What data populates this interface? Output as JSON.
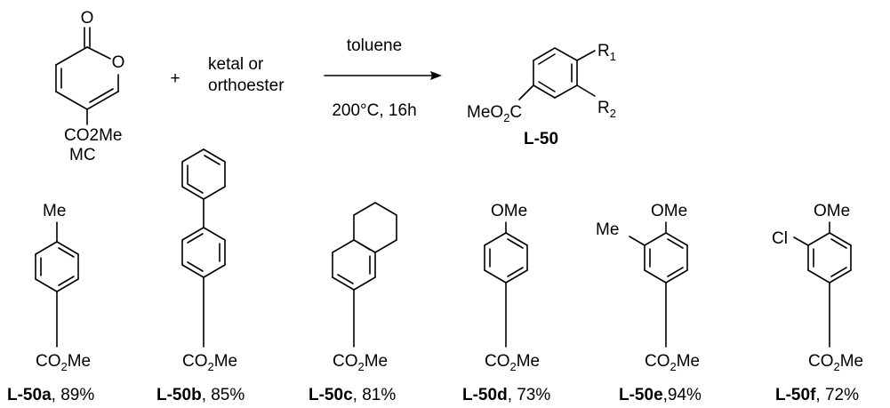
{
  "scheme": {
    "start_material": {
      "carbonyl_O": "O",
      "ring_O": "O",
      "substituent": "CO2Me",
      "label": "MC"
    },
    "plus": "+",
    "reagent_line1": "ketal or",
    "reagent_line2": "orthoester",
    "conditions_solvent": "toluene",
    "conditions_temp_time": "200°C, 16h",
    "product": {
      "ester": "MeO2C",
      "r1": "R1",
      "r2": "R2",
      "label": "L-50"
    }
  },
  "examples": [
    {
      "id": "L-50a",
      "yield": ", 89%",
      "top_group": "Me",
      "side_group": "",
      "ester": "CO2Me"
    },
    {
      "id": "L-50b",
      "yield": ", 85%",
      "top_group": "",
      "side_group": "",
      "ester": "CO2Me"
    },
    {
      "id": "L-50c",
      "yield": ", 81%",
      "top_group": "",
      "side_group": "",
      "ester": "CO2Me"
    },
    {
      "id": "L-50d",
      "yield": ", 73%",
      "top_group": "OMe",
      "side_group": "",
      "ester": "CO2Me"
    },
    {
      "id": "L-50e",
      "yield": ",94%",
      "top_group": "OMe",
      "side_group": "Me",
      "ester": "CO2Me"
    },
    {
      "id": "L-50f",
      "yield": ", 72%",
      "top_group": "OMe",
      "side_group": "Cl",
      "ester": "CO2Me"
    }
  ]
}
